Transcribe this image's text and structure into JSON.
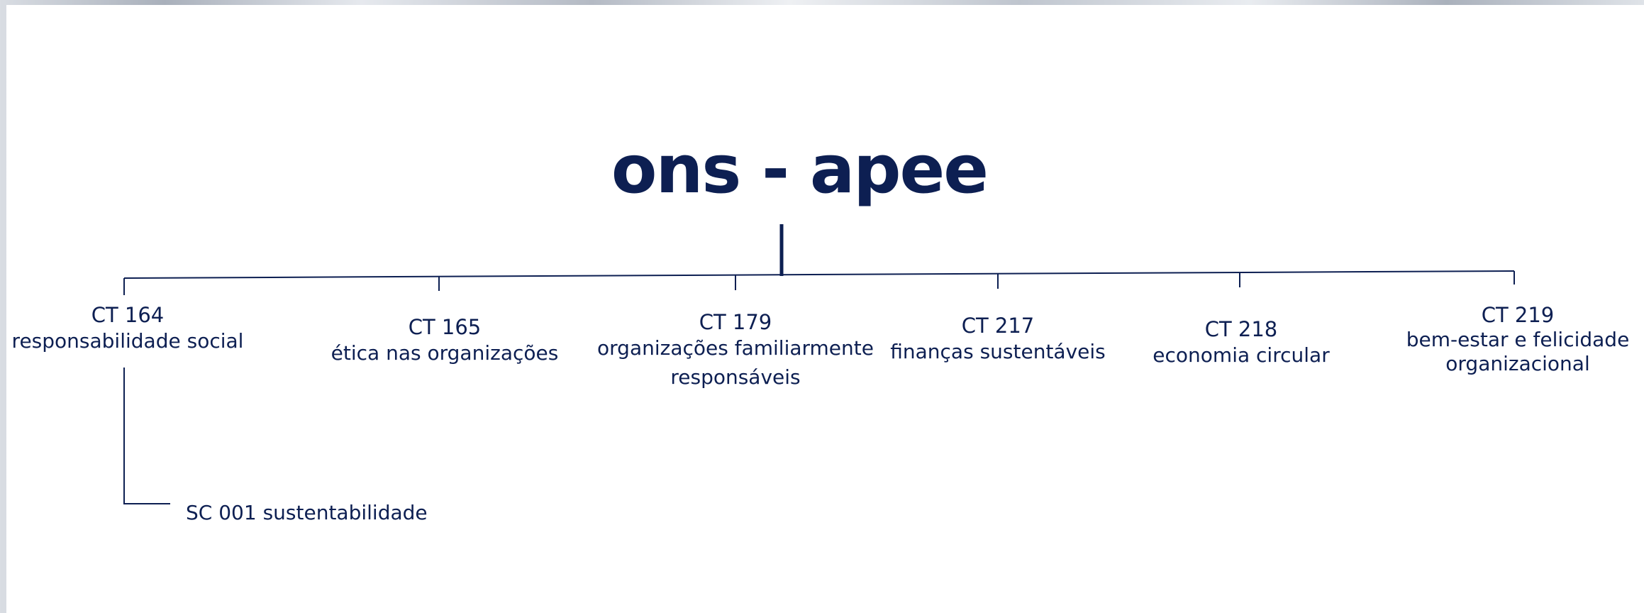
{
  "title": "ons - apee",
  "nodes": [
    {
      "code": "CT 164",
      "name_lines": [
        "responsabilidade social"
      ]
    },
    {
      "code": "CT 165",
      "name_lines": [
        "ética nas organizações"
      ]
    },
    {
      "code": "CT 179",
      "name_lines": [
        "organizações familiarmente",
        "responsáveis"
      ]
    },
    {
      "code": "CT 217",
      "name_lines": [
        "finanças sustentáveis"
      ]
    },
    {
      "code": "CT 218",
      "name_lines": [
        "economia circular"
      ]
    },
    {
      "code": "CT 219",
      "name_lines": [
        "bem-estar e felicidade",
        "organizacional"
      ]
    }
  ],
  "subnode": {
    "parent": "CT 164",
    "label": "SC 001 sustentabilidade"
  },
  "colors": {
    "ink": "#0d1f52",
    "background": "#ffffff"
  }
}
